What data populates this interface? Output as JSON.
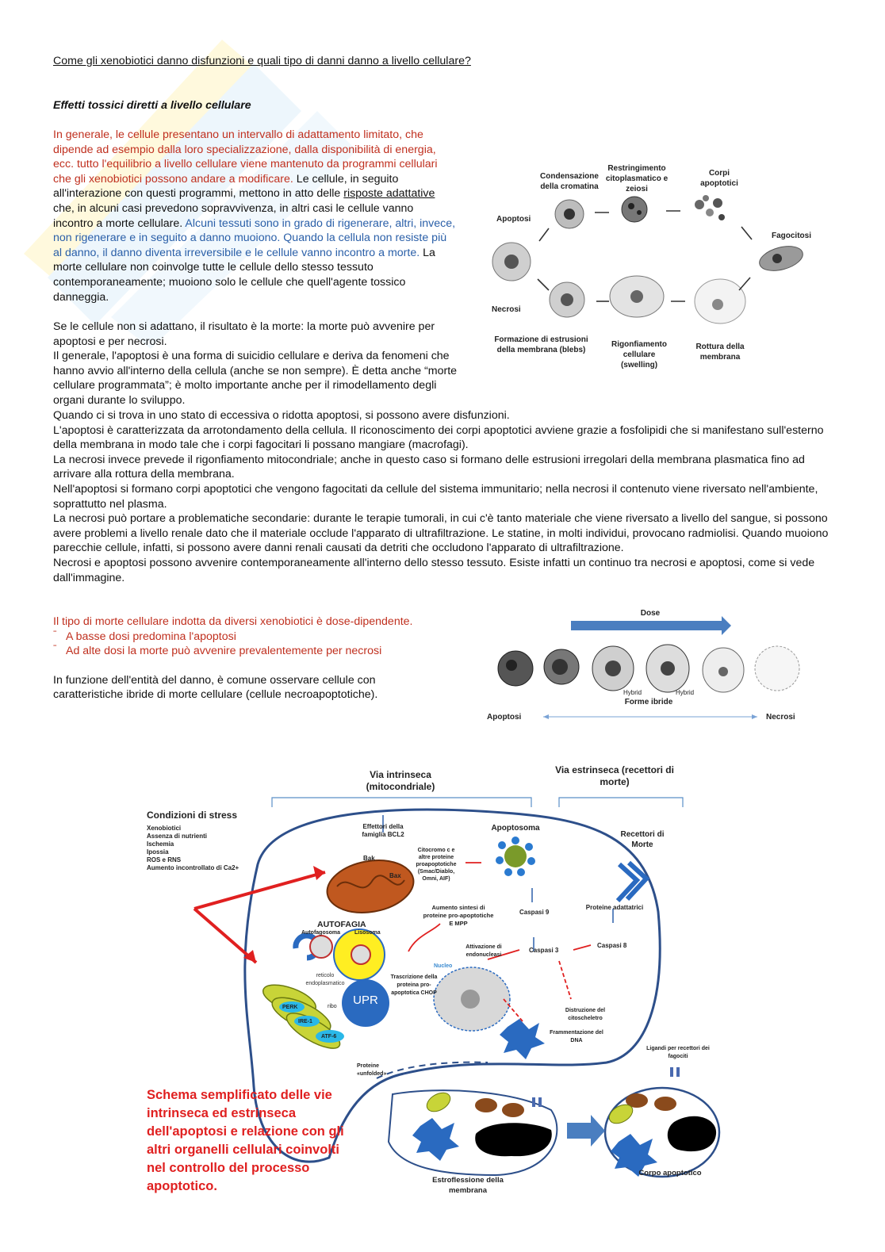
{
  "heading": "Come gli xenobiotici danno disfunzioni e quali tipo di danni danno a livello cellulare?",
  "section_title": "Effetti tossici diretti a livello cellulare",
  "para1": {
    "red": "In generale, le cellule presentano un intervallo di adattamento limitato, che dipende ad esempio dalla loro specializzazione, dalla disponibilità di energia, ecc. tutto l'equilibrio a livello cellulare viene mantenuto da programmi cellulari che gli xenobiotici possono andare a modificare.",
    "black1": " Le cellule, in seguito all'interazione con questi programmi, mettono in atto delle ",
    "underlined": "risposte adattative",
    "black2": " che, in alcuni casi prevedono sopravvivenza, in altri casi le cellule vanno incontro a morte cellulare. ",
    "blue": "Alcuni tessuti sono in grado di rigenerare, altri, invece, non rigenerare e in seguito a danno muoiono. Quando la cellula non resiste più al danno, il danno diventa irreversibile e le cellule vanno incontro a morte.",
    "black3": " La morte cellulare non coinvolge tutte le cellule dello stesso tessuto contemporaneamente; muoiono solo le cellule che quell'agente tossico danneggia."
  },
  "para2_lines": [
    "Se le cellule non si adattano, il risultato è la morte: la morte può avvenire per apoptosi e per necrosi.",
    "Il generale, l'apoptosi è una forma di suicidio cellulare e deriva da fenomeni che hanno avvio all'interno della cellula (anche se non sempre). È detta anche “morte cellulare programmata”; è molto importante anche per il rimodellamento degli organi durante lo sviluppo."
  ],
  "para3_lines": [
    "Quando ci si trova in uno stato di eccessiva o ridotta apoptosi, si possono avere disfunzioni.",
    "L'apoptosi è caratterizzata da arrotondamento della cellula. Il riconoscimento dei corpi apoptotici avviene grazie a fosfolipidi che si manifestano sull'esterno della membrana in modo tale che i corpi fagocitari li possano mangiare (macrofagi).",
    "La necrosi invece prevede il rigonfiamento mitocondriale; anche in questo caso si formano delle estrusioni irregolari della membrana plasmatica fino ad arrivare alla rottura della membrana.",
    "Nell'apoptosi si formano corpi apoptotici che vengono fagocitati da cellule del sistema immunitario; nella necrosi il contenuto viene riversato nell'ambiente, soprattutto nel plasma.",
    "La necrosi può portare a problematiche secondarie: durante le terapie tumorali, in cui c'è tanto materiale che viene riversato a livello del sangue, si possono avere problemi a livello renale dato che il materiale occlude l'apparato di ultrafiltrazione. Le statine, in molti individui, provocano radmiolisi. Quando muoiono parecchie cellule, infatti, si possono avere danni renali causati da detriti che occludono l'apparato di ultrafiltrazione.",
    "Necrosi e apoptosi possono avvenire contemporaneamente all'interno dello stesso tessuto. Esiste infatti un continuo tra necrosi e apoptosi, come si vede dall'immagine."
  ],
  "dose_section": {
    "red_line": "Il tipo di morte cellulare indotta da diversi xenobiotici è dose-dipendente.",
    "bullets": [
      "A basse dosi predomina l'apoptosi",
      "Ad alte dosi la morte può avvenire prevalentemente per necrosi"
    ],
    "para": "In funzione dell'entità del danno, è comune osservare cellule con caratteristiche ibride di morte cellulare (cellule necroapoptotiche)."
  },
  "fig1": {
    "condensazione": "Condensazione della cromatina",
    "restringimento": "Restringimento citoplasmatico e zeiosi",
    "corpi": "Corpi apoptotici",
    "apoptosi": "Apoptosi",
    "fagocitosi": "Fagocitosi",
    "necrosi": "Necrosi",
    "formazione": "Formazione di estrusioni della membrana (blebs)",
    "rigonfiamento": "Rigonfiamento cellulare (swelling)",
    "rottura": "Rottura della membrana"
  },
  "fig2": {
    "dose": "Dose",
    "hybrid": "Hybrid",
    "forme": "Forme ibride",
    "apoptosi": "Apoptosi",
    "necrosi": "Necrosi"
  },
  "fig3": {
    "via_intrinseca": "Via intrinseca (mitocondriale)",
    "via_estrinseca": "Via estrinseca (recettori di morte)",
    "condizioni_title": "Condizioni di stress",
    "condizioni": [
      "Xenobiotici",
      "Assenza di nutrienti",
      "Ischemia",
      "Ipossia",
      "ROS e RNS",
      "Aumento incontrollato di Ca2+"
    ],
    "effettori": "Effettori della famiglia BCL2",
    "apoptosoma": "Apoptosoma",
    "recettori": "Recettori di Morte",
    "bak": "Bak",
    "bax": "Bax",
    "citocromo": "Citocromo c e altre proteine proapoptotiche (Smac/Diablo, Omni, AIF)",
    "caspasi9": "Caspasi 9",
    "proteine_adatt": "Proteine adattatrici",
    "aumento": "Aumento sintesi di proteine pro-apoptotiche E MPP",
    "autofagia": "AUTOFAGIA",
    "autofagosoma": "Autofagosoma",
    "lisosoma": "Lisosoma",
    "attivazione": "Attivazione di endonucleasi",
    "caspasi3": "Caspasi 3",
    "caspasi8": "Caspasi 8",
    "reticolo": "reticolo endoplasmatico",
    "nucleo": "Nucleo",
    "trascrizione": "Trascrizione della proteina pro-apoptotica CHOP",
    "upr": "UPR",
    "ribo": "ribo",
    "perk": "PERK",
    "ire1": "IRE-1",
    "atf6": "ATF-6",
    "distruzione": "Distruzione del citoscheletro",
    "frammentazione": "Frammentazione del DNA",
    "proteine_unfolded": "Proteine «unfolded»",
    "ligandi": "Ligandi per recettori dei fagociti",
    "estroflessione": "Estroflessione della membrana",
    "corpo": "Corpo apoptotico",
    "caption": "Schema semplificato delle vie intrinseca ed estrinseca dell'apoptosi e relazione con gli altri organelli cellulari coinvolti nel controllo del processo apoptotico."
  }
}
